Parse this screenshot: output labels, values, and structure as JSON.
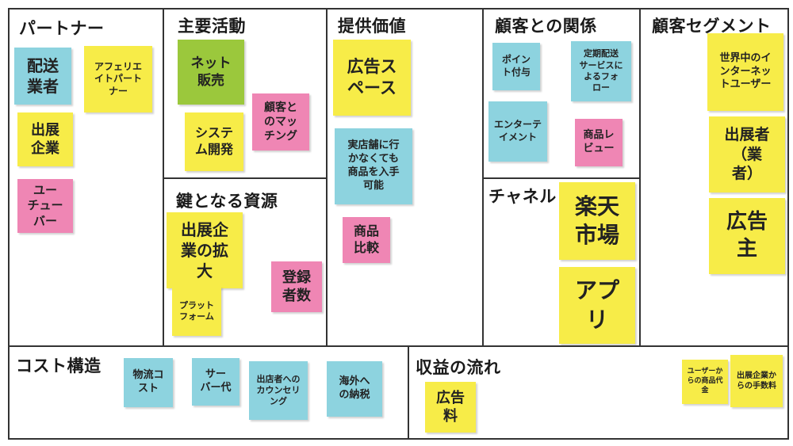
{
  "colors": {
    "yellow": "#f7ec48",
    "blue": "#8dd3df",
    "pink": "#ef86b4",
    "green": "#9bc83c",
    "border": "#333333"
  },
  "sections": {
    "partners": "パートナー",
    "key_activities": "主要活動",
    "key_resources": "鍵となる資源",
    "value_propositions": "提供価値",
    "customer_relationships": "顧客との関係",
    "channels": "チャネル",
    "customer_segments": "顧客セグメント",
    "cost_structure": "コスト構造",
    "revenue_streams": "収益の流れ"
  },
  "notes": {
    "partners": [
      "配送\n業者",
      "アフェリエ\nイトパート\nナー",
      "出展\n企業",
      "ユー\nチュー\nバー"
    ],
    "key_activities": [
      "ネット\n販売",
      "顧客と\nのマッ\nチング",
      "システ\nム開発"
    ],
    "key_resources": [
      "出展企\n業の拡\n大",
      "登録\n者数",
      "プラット\nフォーム"
    ],
    "value_propositions": [
      "広告ス\nペース",
      "実店舗に行\nかなくても\n商品を入手\n可能",
      "商品\n比較"
    ],
    "customer_relationships": [
      "ポイン\nト付与",
      "定期配送\nサービスに\nよるフォ\nロー",
      "エンターテ\nイメント",
      "商品レ\nビュー"
    ],
    "channels": [
      "楽天\n市場",
      "アプ\nリ"
    ],
    "customer_segments": [
      "世界中のイ\nンターネッ\nトユーザー",
      "出展者\n（業\n者）",
      "広告\n主"
    ],
    "cost_structure": [
      "物流コ\nスト",
      "サー\nバー代",
      "出店者への\nカウンセリ\nング",
      "海外へ\nの納税"
    ],
    "revenue_streams": [
      "広告\n料",
      "ユーザーか\nらの商品代\n金",
      "出展企業か\nらの手数料"
    ]
  }
}
